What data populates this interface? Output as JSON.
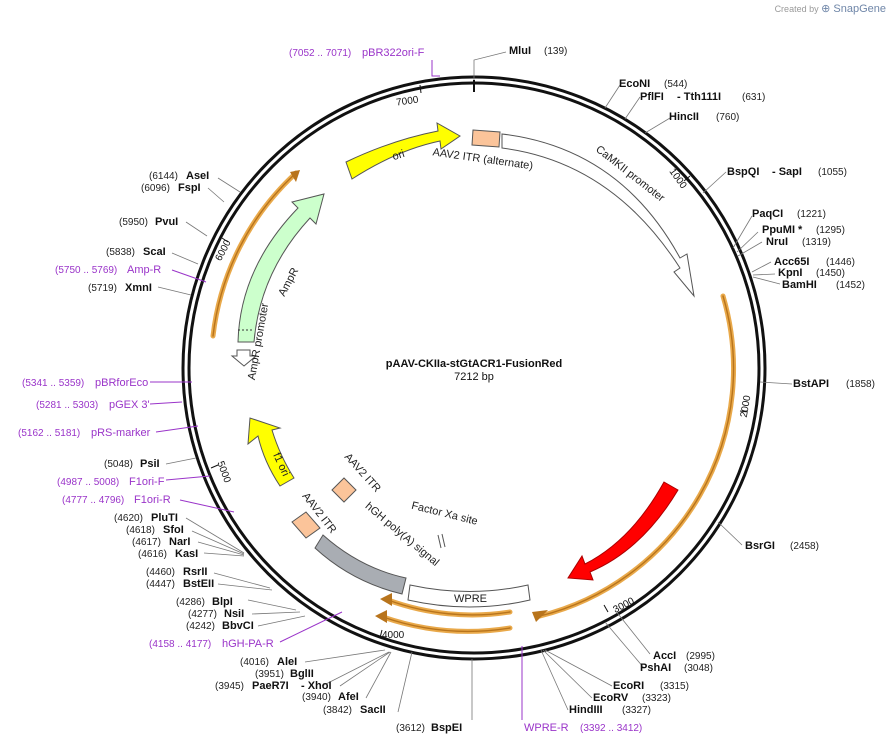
{
  "credit": {
    "prefix": "Created by",
    "brand": "SnapGene"
  },
  "plasmid": {
    "name": "pAAV-CKIIa-stGtACR1-FusionRed",
    "length_label": "7212 bp"
  },
  "ticks": [
    {
      "label": "1000",
      "color": "#111"
    },
    {
      "label": "2000",
      "color": "#111"
    },
    {
      "label": "3000",
      "color": "#111"
    },
    {
      "label": "4000",
      "color": "#111"
    },
    {
      "label": "5000",
      "color": "#111"
    },
    {
      "label": "6000",
      "color": "#111"
    },
    {
      "label": "7000",
      "color": "#111"
    }
  ],
  "enzymes": [
    {
      "name": "MluI",
      "pos": "(139)"
    },
    {
      "name": "EcoNI",
      "pos": "(544)"
    },
    {
      "name": "PflFI",
      "name2": "- Tth111I",
      "pos": "(631)"
    },
    {
      "name": "HincII",
      "pos": "(760)"
    },
    {
      "name": "BspQI",
      "name2": "- SapI",
      "pos": "(1055)"
    },
    {
      "name": "PaqCI",
      "pos": "(1221)"
    },
    {
      "name": "PpuMI *",
      "pos": "(1295)"
    },
    {
      "name": "NruI",
      "pos": "(1319)"
    },
    {
      "name": "Acc65I",
      "pos": "(1446)"
    },
    {
      "name": "KpnI",
      "pos": "(1450)"
    },
    {
      "name": "BamHI",
      "pos": "(1452)"
    },
    {
      "name": "BstAPI",
      "pos": "(1858)"
    },
    {
      "name": "BsrGI",
      "pos": "(2458)"
    },
    {
      "name": "AccI",
      "pos": "(2995)"
    },
    {
      "name": "PshAI",
      "pos": "(3048)"
    },
    {
      "name": "EcoRI",
      "pos": "(3315)"
    },
    {
      "name": "EcoRV",
      "pos": "(3323)"
    },
    {
      "name": "HindIII",
      "pos": "(3327)"
    },
    {
      "name": "BspEI",
      "pos": "(3612)"
    },
    {
      "name": "SacII",
      "pos": "(3842)"
    },
    {
      "name": "AfeI",
      "pos": "(3940)"
    },
    {
      "name": "PaeR7I",
      "name2": "- XhoI",
      "pos": "(3945)"
    },
    {
      "name": "BglII",
      "pos": "(3951)"
    },
    {
      "name": "AleI",
      "pos": "(4016)"
    },
    {
      "name": "BbvCI",
      "pos": "(4242)"
    },
    {
      "name": "NsiI",
      "pos": "(4277)"
    },
    {
      "name": "BlpI",
      "pos": "(4286)"
    },
    {
      "name": "BstEII",
      "pos": "(4447)"
    },
    {
      "name": "RsrII",
      "pos": "(4460)"
    },
    {
      "name": "KasI",
      "pos": "(4616)"
    },
    {
      "name": "NarI",
      "pos": "(4617)"
    },
    {
      "name": "SfoI",
      "pos": "(4618)"
    },
    {
      "name": "PluTI",
      "pos": "(4620)"
    },
    {
      "name": "PsiI",
      "pos": "(5048)"
    },
    {
      "name": "XmnI",
      "pos": "(5719)"
    },
    {
      "name": "ScaI",
      "pos": "(5838)"
    },
    {
      "name": "PvuI",
      "pos": "(5950)"
    },
    {
      "name": "FspI",
      "pos": "(6096)"
    },
    {
      "name": "AseI",
      "pos": "(6144)"
    }
  ],
  "primers": [
    {
      "range": "(7052 .. 7071)",
      "name": "pBR322ori-F"
    },
    {
      "range": "(5750 .. 5769)",
      "name": "Amp-R"
    },
    {
      "range": "(5341 .. 5359)",
      "name": "pBRforEco"
    },
    {
      "range": "(5281 .. 5303)",
      "name": "pGEX 3'"
    },
    {
      "range": "(5162 .. 5181)",
      "name": "pRS-marker"
    },
    {
      "range": "(4987 .. 5008)",
      "name": "F1ori-F"
    },
    {
      "range": "(4777 .. 4796)",
      "name": "F1ori-R"
    },
    {
      "range": "(4158 .. 4177)",
      "name": "hGH-PA-R"
    },
    {
      "range": "(3392 .. 3412)",
      "name": "WPRE-R"
    }
  ],
  "features": [
    {
      "name": "ori",
      "color": "#ffff00"
    },
    {
      "name": "AAV2 ITR (alternate)",
      "color": "#fbc49a"
    },
    {
      "name": "CaMKII promoter",
      "color": "#ffffff"
    },
    {
      "name": "FusionRed",
      "color": "#ff0000"
    },
    {
      "name": "WPRE",
      "color": "#ffffff"
    },
    {
      "name": "Factor Xa site",
      "color": "#ffffff"
    },
    {
      "name": "hGH poly(A) signal",
      "color": "#a9adb3"
    },
    {
      "name": "AAV2 ITR",
      "color": "#fbc49a"
    },
    {
      "name": "AAV2 ITR",
      "color": "#fbc49a"
    },
    {
      "name": "f1 ori",
      "color": "#ffff00"
    },
    {
      "name": "AmpR promoter",
      "color": "#ffffff"
    },
    {
      "name": "AmpR",
      "color": "#ccffcc"
    }
  ],
  "colors": {
    "primer": "#9a34c9",
    "orf": "#e9a94a",
    "backbone": "#111111"
  }
}
